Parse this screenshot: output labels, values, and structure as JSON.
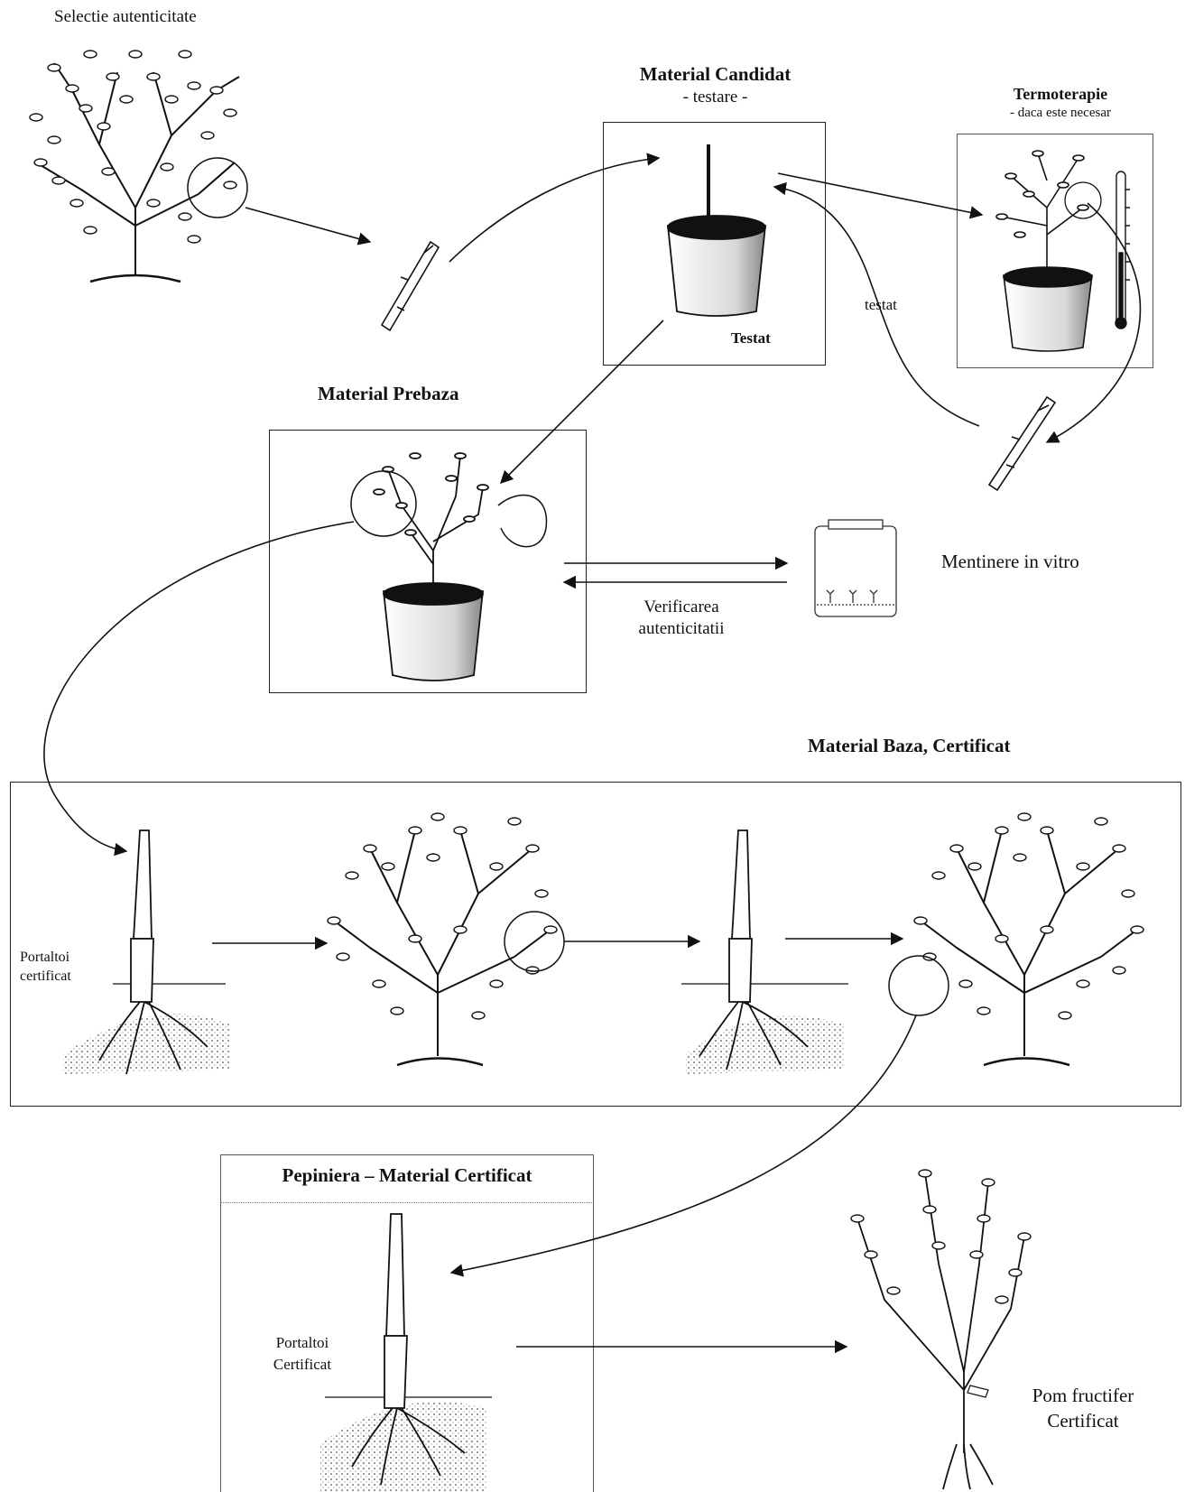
{
  "labels": {
    "selectie": "Selectie autenticitate",
    "candidat_title": "Material Candidat",
    "candidat_sub": "- testare -",
    "termo_title": "Termoterapie",
    "termo_sub": "- daca este necesar",
    "testat_box": "Testat",
    "testat_arrow": "testat",
    "prebaza_title": "Material Prebaza",
    "mentinere": "Mentinere in vitro",
    "verificarea_1": "Verificarea",
    "verificarea_2": "autenticitatii",
    "baza_title": "Material Baza, Certificat",
    "portaltoi_1a": "Portaltoi",
    "portaltoi_1b": "certificat",
    "pepiniera_title": "Pepiniera – Material Certificat",
    "portaltoi_2a": "Portaltoi",
    "portaltoi_2b": "Certificat",
    "pom_1": "Pom fructifer",
    "pom_2": "Certificat"
  }
}
